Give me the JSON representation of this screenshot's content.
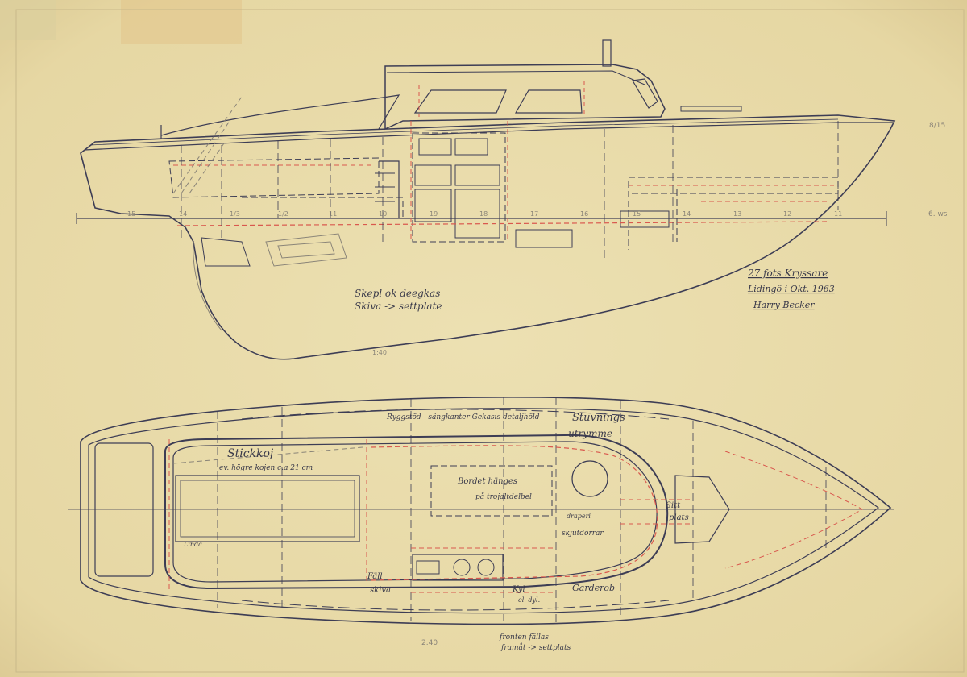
{
  "title_block": {
    "line1": "27 fots Kryssare",
    "line2": "Lidingö i Okt. 1963",
    "signature": "Harry Becker"
  },
  "profile": {
    "station_labels": [
      "15",
      "14",
      "1/3",
      "1/2",
      "11",
      "10",
      "19",
      "18",
      "17",
      "16",
      "15",
      "14",
      "13",
      "12",
      "11"
    ],
    "note_line1": "Skepl ok deegkas",
    "note_line2": "Skiva -> settplate",
    "scale_mark": "1:40"
  },
  "plan": {
    "berth_label": "Stickkoj",
    "berth_note": "ev. högre kojen c.a 21 cm",
    "table_note_line1": "Bordet hänges",
    "table_note_line2": "på trojaltdelbel",
    "top_note": "Ryggstöd - sängkanter Gekasis detaljhöld",
    "locker_line1": "Stuvnings",
    "locker_line2": "utrymme",
    "drapery_line1": "draperi",
    "drapery_line2": "skjutdörrar",
    "seat_line1": "Sitt",
    "seat_line2": "plats",
    "tool_line1": "Fäll",
    "tool_line2": "skiva",
    "cooler_line1": "Kyl",
    "cooler_line2": "el. dyl.",
    "wardrobe": "Garderob",
    "front_line1": "fronten fällas",
    "front_line2": "framåt -> settplats",
    "small_red_note": "Linda",
    "bottom_dim": "2.40"
  },
  "margin_marks": {
    "right_top": "8/15",
    "right_mid": "6. ws"
  },
  "colors": {
    "paper": "#e9dcaa",
    "ink": "#3d3d55",
    "red_pencil": "#d9584e",
    "graphite": "#8a8478"
  }
}
